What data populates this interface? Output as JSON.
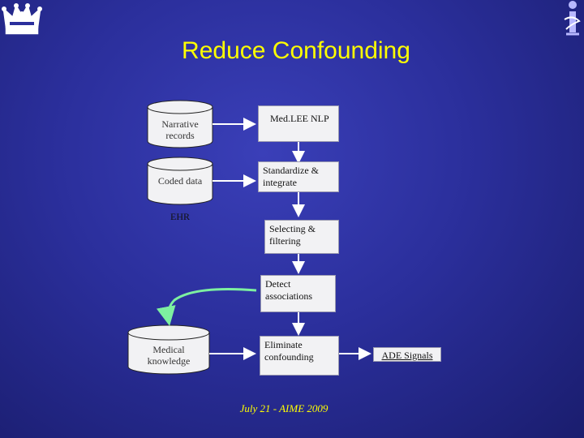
{
  "slide": {
    "title": "Reduce Confounding",
    "footer": "July 21 - AIME 2009"
  },
  "sources": {
    "narrative": "Narrative records",
    "coded": "Coded data",
    "ehr": "EHR",
    "medical": "Medical knowledge"
  },
  "pipeline": {
    "step1": "Med.LEE NLP",
    "step2": "Standardize & integrate",
    "step3": "Selecting & filtering",
    "step4": "Detect associations",
    "step5": "Eliminate confounding"
  },
  "output": {
    "ade_signals": "ADE Signals"
  },
  "colors": {
    "background": "#2b2f9c",
    "title": "#ffff00",
    "feedback_arrow": "#7df0a0"
  },
  "icons": {
    "top_left": "crown-logo-icon",
    "top_right": "info-person-icon"
  }
}
